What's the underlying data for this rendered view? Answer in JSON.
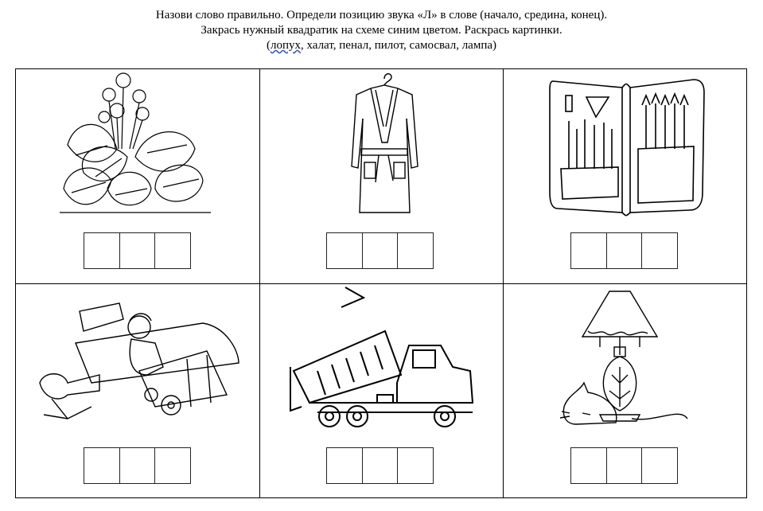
{
  "instructions": {
    "line1": "Назови слово правильно. Определи позицию звука «Л» в слове (начало, средина, конец).",
    "line2": "Закрась нужный квадратик на схеме синим цветом. Раскрась картинки.",
    "line3_open": "(",
    "line3_word1": "лопух",
    "line3_rest": ", халат, пенал, пилот, самосвал, лампа)"
  },
  "cards": [
    {
      "item": "лопух",
      "icon": "burdock-plant-icon",
      "scheme_squares": 3
    },
    {
      "item": "халат",
      "icon": "bathrobe-icon",
      "scheme_squares": 3
    },
    {
      "item": "пенал",
      "icon": "pencil-case-icon",
      "scheme_squares": 3
    },
    {
      "item": "пилот",
      "icon": "pilot-airplane-icon",
      "scheme_squares": 3
    },
    {
      "item": "самосвал",
      "icon": "dump-truck-icon",
      "scheme_squares": 3
    },
    {
      "item": "лампа",
      "icon": "lamp-with-cat-icon",
      "scheme_squares": 3
    }
  ],
  "colors": {
    "line": "#000000",
    "background": "#ffffff"
  }
}
